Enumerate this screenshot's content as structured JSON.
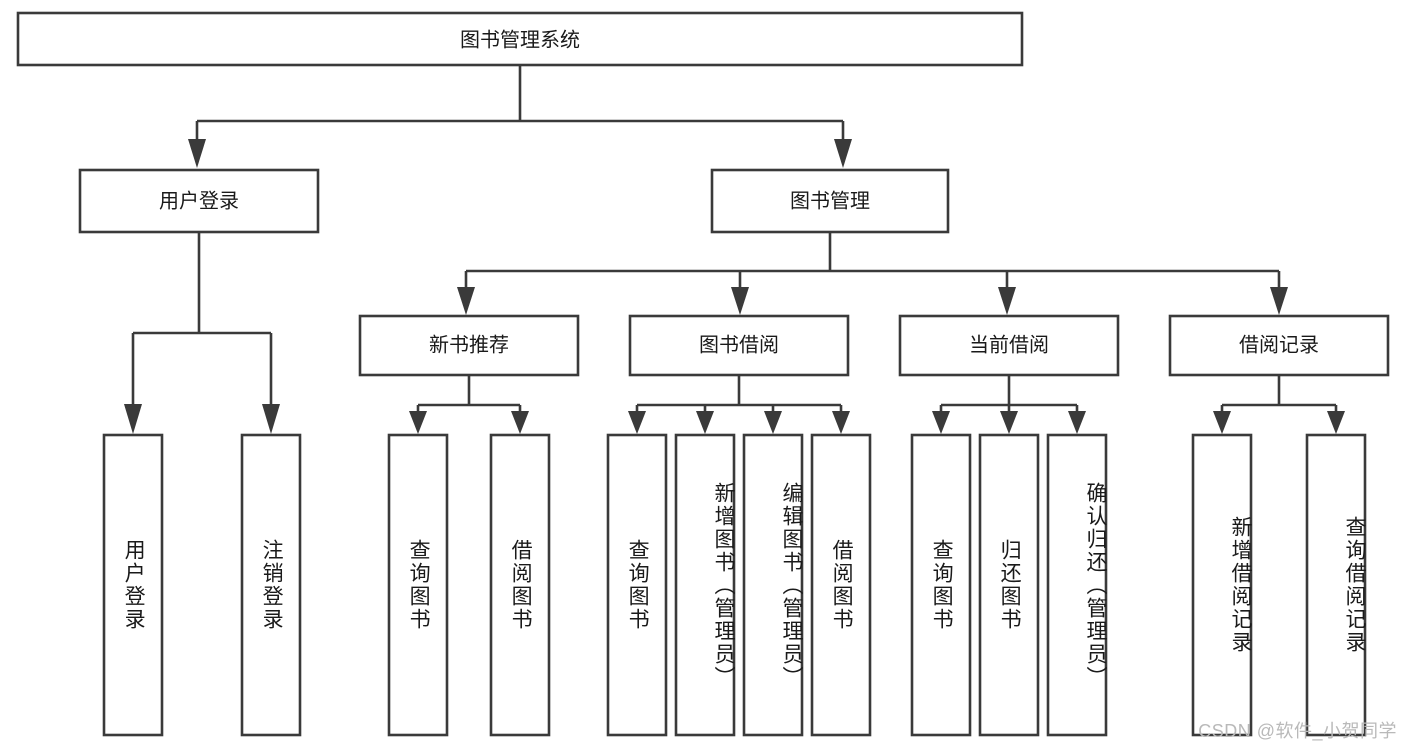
{
  "diagram": {
    "title": "图书管理系统",
    "type": "hierarchy-tree",
    "watermark": "CSDN @软件_小贺同学",
    "colors": {
      "stroke": "#3a3a3a",
      "box_fill": "#ffffff",
      "text": "#1a1a1a",
      "background": "#ffffff",
      "watermark": "#b9b9b9"
    },
    "root": {
      "label": "图书管理系统"
    },
    "level2": [
      {
        "label": "用户登录"
      },
      {
        "label": "图书管理"
      }
    ],
    "level3": [
      {
        "label": "新书推荐"
      },
      {
        "label": "图书借阅"
      },
      {
        "label": "当前借阅"
      },
      {
        "label": "借阅记录"
      }
    ],
    "leaves": {
      "user_login": [
        {
          "label": "用户登录"
        },
        {
          "label": "注销登录"
        }
      ],
      "new_book": [
        {
          "label": "查询图书"
        },
        {
          "label": "借阅图书"
        }
      ],
      "book_borrow": [
        {
          "label": "查询图书"
        },
        {
          "label": "新增图书（管理员）"
        },
        {
          "label": "编辑图书（管理员）"
        },
        {
          "label": "借阅图书"
        }
      ],
      "current_borrow": [
        {
          "label": "查询图书"
        },
        {
          "label": "归还图书"
        },
        {
          "label": "确认归还（管理员）"
        }
      ],
      "borrow_record": [
        {
          "label": "新增借阅记录"
        },
        {
          "label": "查询借阅记录"
        }
      ]
    }
  }
}
